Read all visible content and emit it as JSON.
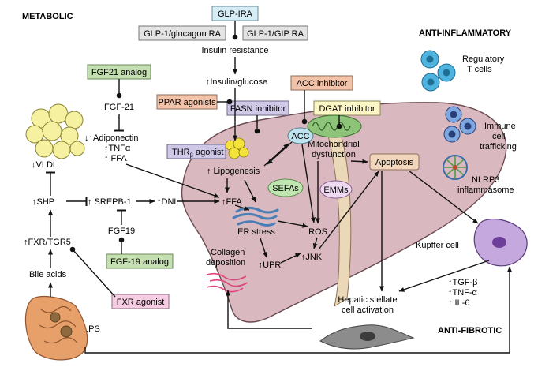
{
  "headers": {
    "metabolic": "METABOLIC",
    "anti_inflammatory": "ANTI-INFLAMMATORY",
    "anti_fibrotic": "ANTI-FIBROTIC"
  },
  "drug_boxes": {
    "glp_ira": "GLP-IRA",
    "glp1_glucagon": "GLP-1/glucagon RA",
    "glp1_gip": "GLP-1/GIP RA",
    "fgf21_analog": "FGF21 analog",
    "acc_inhibitor": "ACC inhibitor",
    "ppar_agonists": "PPAR agonists",
    "fasn_inhibitor": "FASN inhibitor",
    "dgat_inhibitor": "DGAT inhibitor",
    "thr_agonist": "THR",
    "thr_sub": "β",
    "thr_agonist_suffix": " agonist",
    "fgf19_analog": "FGF-19 analog",
    "fxr_agonist": "FXR agonist"
  },
  "labels": {
    "insulin_resistance": "Insulin resistance",
    "insulin_glucose": "↑Insulin/glucose",
    "fgf21": "FGF-21",
    "adiponectin": "↓↑Adiponectin",
    "tnfa": "↑TNFα",
    "ffa_left": "↑ FFA",
    "vldl": "↓VLDL",
    "shp": "↑SHP",
    "srepb": "↑ SREPB-1",
    "dnl": "↑DNL",
    "fgf19": "FGF19",
    "fxr_tgr5": "↑FXR/TGR5",
    "bile_acids": "Bile acids",
    "lps": "LPS",
    "lipogenesis": "↑ Lipogenesis",
    "ffa_liver": "↑FFA",
    "acc": "ACC",
    "mito_1": "Mitochondrial",
    "mito_2": "dysfunction",
    "sefas": "SEFAs",
    "emms": "EMMs",
    "ros": "ROS",
    "er_stress": "ER stress",
    "upr": "↑UPR",
    "jnk": "↑JNK",
    "collagen_1": "Collagen",
    "collagen_2": "deposition",
    "apoptosis": "Apoptosis",
    "regulatory_1": "Regulatory",
    "regulatory_2": "T cells",
    "immune_1": "Immune",
    "immune_2": "cell",
    "immune_3": "trafficking",
    "nlrp3_1": "NLRP3",
    "nlrp3_2": "inflammasome",
    "kupffer": "Kupffer cell",
    "tgfb": "↑TGF-β",
    "tnf_alpha": "↑TNF-α",
    "il6": "↑ IL-6",
    "hsc_1": "Hepatic stellate",
    "hsc_2": "cell activation"
  },
  "colors": {
    "liver": "#d9b9bf",
    "liver_stroke": "#6b4b52",
    "glp_box": "#d6edf5",
    "grey_box": "#e3e3e3",
    "green_box": "#c4dfb0",
    "orange_box": "#f2c3a8",
    "purple_box": "#cfc8e6",
    "yellow_box": "#fcf6c4",
    "pink_box": "#f6cde3",
    "fat": "#f6f1a0",
    "sefa": "#bfe6b0",
    "emm": "#eedaf0",
    "acc": "#bfe3ef",
    "kupffer": "#c5a8dd"
  }
}
